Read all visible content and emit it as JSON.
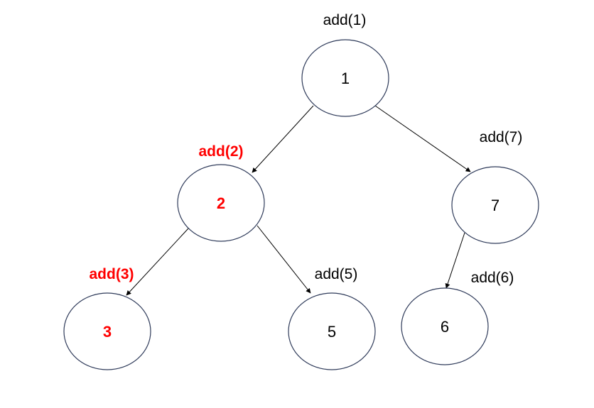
{
  "highlight_color": "#ff0000",
  "text_color": "#000000",
  "node_outline_color": "#2f3b5a",
  "nodes": [
    {
      "id": "n1",
      "value": "1",
      "call": "add(1)",
      "highlighted": false
    },
    {
      "id": "n2",
      "value": "2",
      "call": "add(2)",
      "highlighted": true
    },
    {
      "id": "n7",
      "value": "7",
      "call": "add(7)",
      "highlighted": false
    },
    {
      "id": "n3",
      "value": "3",
      "call": "add(3)",
      "highlighted": true
    },
    {
      "id": "n5",
      "value": "5",
      "call": "add(5)",
      "highlighted": false
    },
    {
      "id": "n6",
      "value": "6",
      "call": "add(6)",
      "highlighted": false
    }
  ],
  "edges": [
    {
      "from": "n1",
      "to": "n2"
    },
    {
      "from": "n1",
      "to": "n7"
    },
    {
      "from": "n2",
      "to": "n3"
    },
    {
      "from": "n2",
      "to": "n5"
    },
    {
      "from": "n7",
      "to": "n6"
    }
  ]
}
